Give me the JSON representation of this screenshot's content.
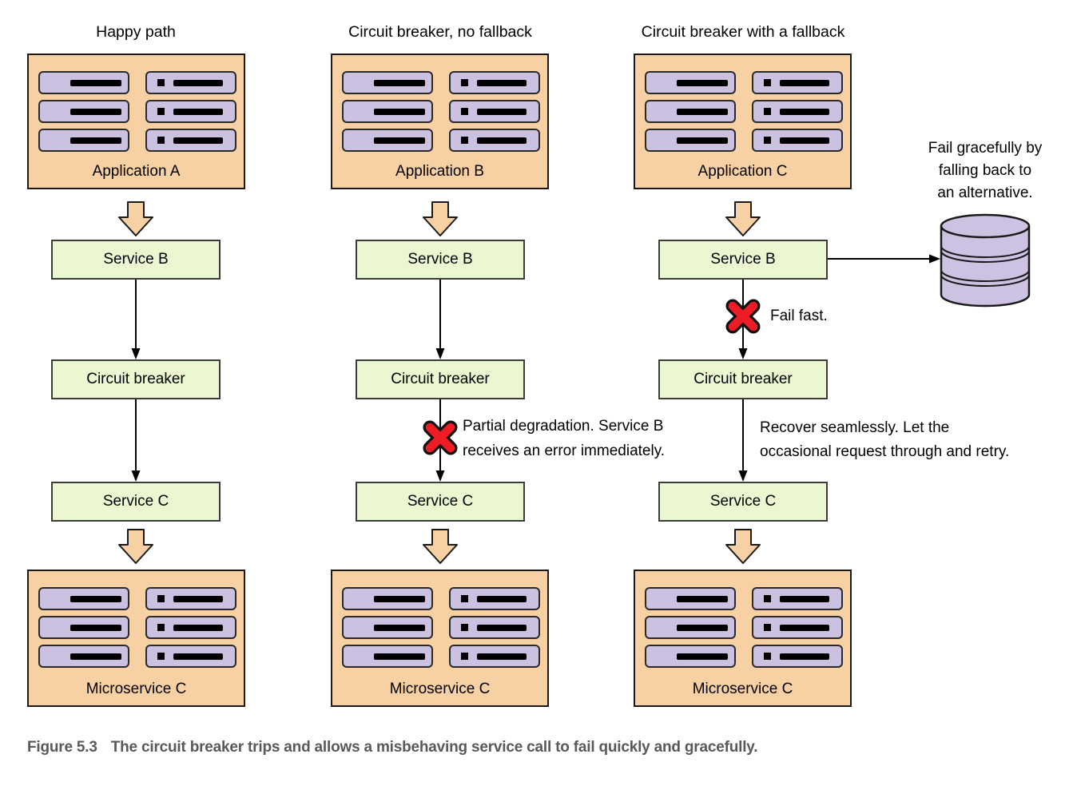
{
  "columns": [
    {
      "title": "Happy path",
      "app_label": "Application A",
      "service_b": "Service B",
      "circuit_breaker": "Circuit breaker",
      "service_c": "Service C",
      "microservice": "Microservice C"
    },
    {
      "title": "Circuit breaker, no fallback",
      "app_label": "Application B",
      "service_b": "Service B",
      "circuit_breaker": "Circuit breaker",
      "service_c": "Service C",
      "microservice": "Microservice C",
      "annotation": "Partial degradation. Service B\nreceives an error immediately."
    },
    {
      "title": "Circuit breaker with a fallback",
      "app_label": "Application C",
      "service_b": "Service B",
      "circuit_breaker": "Circuit breaker",
      "service_c": "Service C",
      "microservice": "Microservice C",
      "fail_fast_label": "Fail fast.",
      "annotation": "Recover seamlessly. Let the\noccasional request through and retry.",
      "fallback_note": "Fail gracefully by\nfalling back to\nan alternative."
    }
  ],
  "caption": {
    "label": "Figure 5.3",
    "text": "The circuit breaker trips and allows a misbehaving service call to fail quickly and gracefully."
  },
  "colors": {
    "app_fill": "#f7d0a4",
    "server_fill": "#ccc1e0",
    "service_fill": "#ebf7d0",
    "database_fill": "#cdc2e2",
    "fail_x_red": "#ee1c25",
    "caption_gray": "#58595b"
  }
}
